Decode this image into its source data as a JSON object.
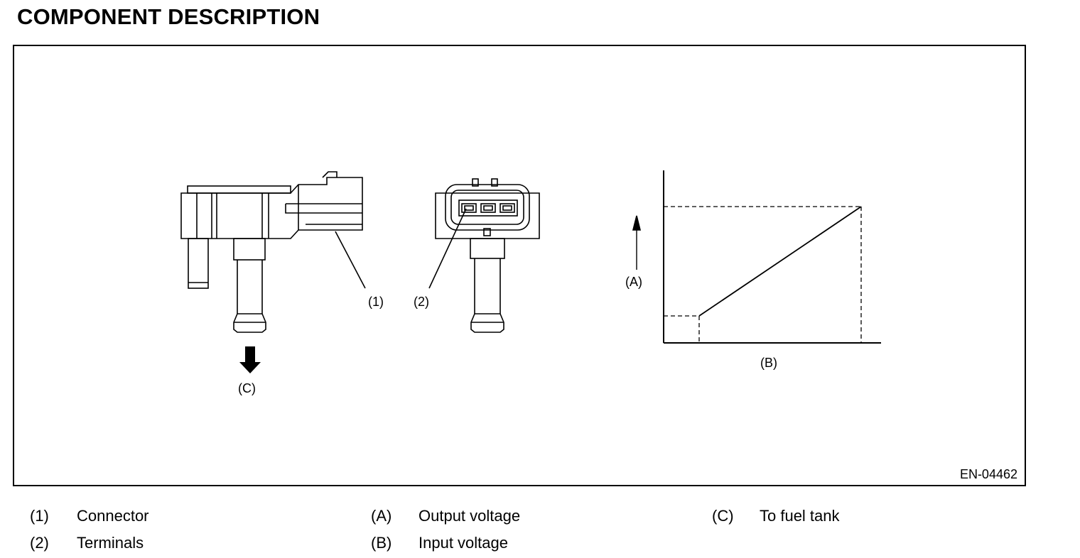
{
  "title": "COMPONENT DESCRIPTION",
  "figure": {
    "code": "EN-04462",
    "callouts": {
      "connector": "(1)",
      "terminals": "(2)",
      "output": "(A)",
      "input": "(B)",
      "fuel_tank": "(C)"
    }
  },
  "legend": [
    {
      "key": "(1)",
      "text": "Connector"
    },
    {
      "key": "(2)",
      "text": "Terminals"
    },
    {
      "key": "(A)",
      "text": "Output voltage"
    },
    {
      "key": "(B)",
      "text": "Input voltage"
    },
    {
      "key": "(C)",
      "text": "To fuel tank"
    }
  ]
}
